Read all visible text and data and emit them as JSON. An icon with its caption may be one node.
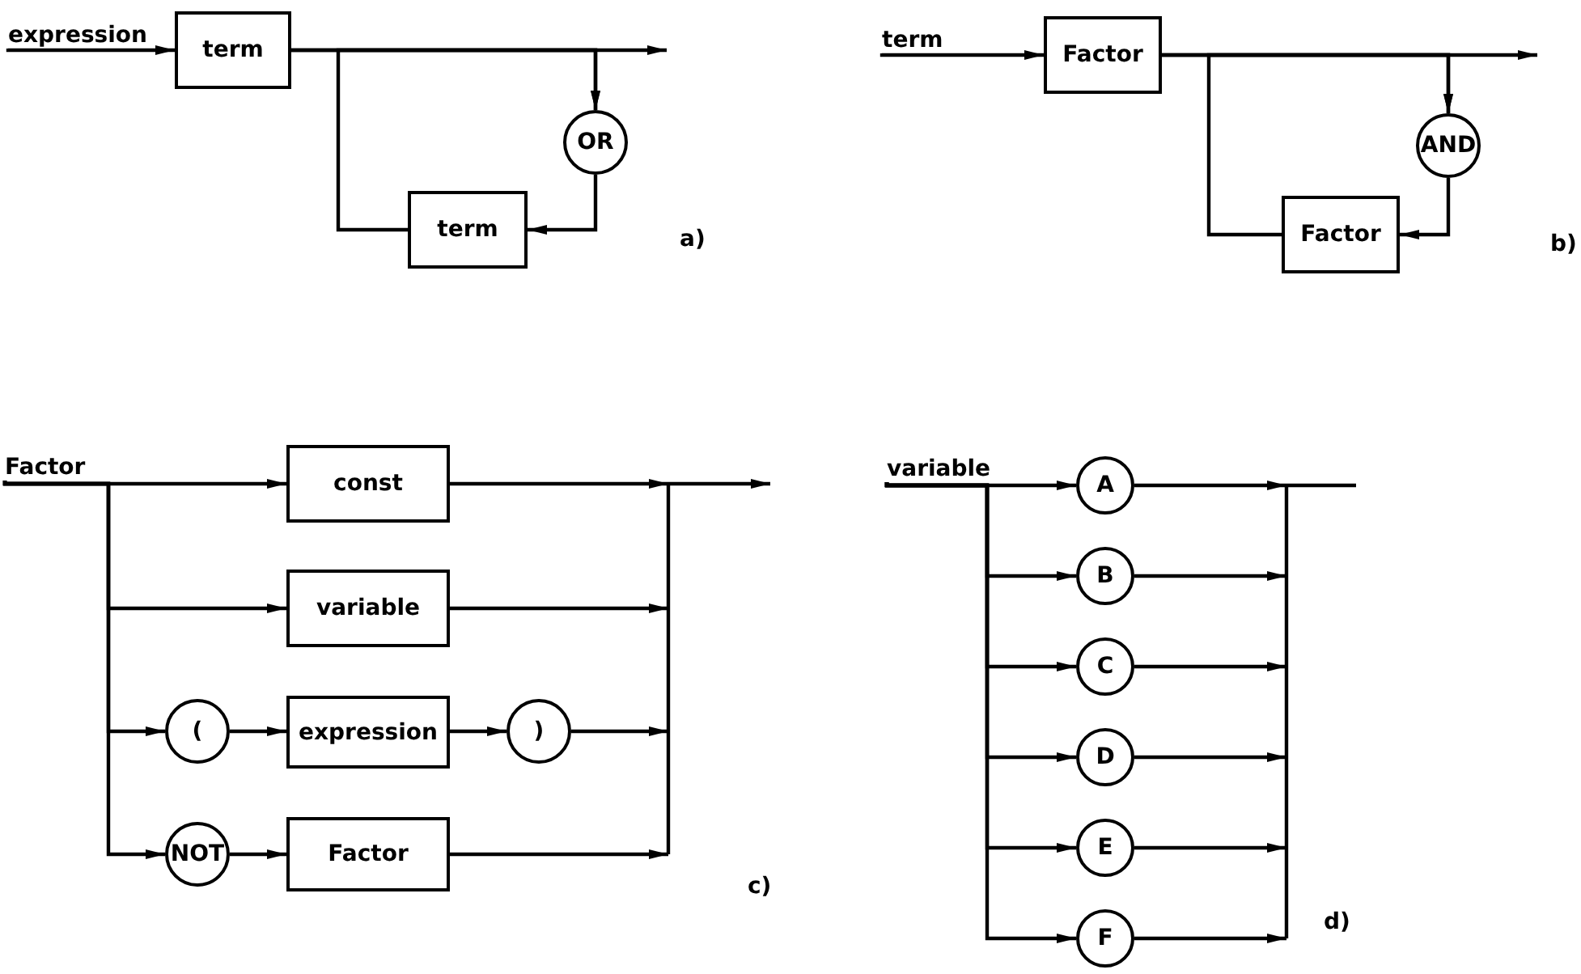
{
  "diagram": {
    "nodes": [
      {
        "text": [
          "expression"
        ]
      },
      {
        "text": [
          "term"
        ]
      },
      {
        "text": [
          "OR"
        ]
      },
      {
        "text": [
          "term"
        ]
      },
      {
        "text": [
          "term"
        ]
      },
      {
        "text": [
          "Factor"
        ]
      },
      {
        "text": [
          "AND"
        ]
      },
      {
        "text": [
          "Factor"
        ]
      },
      {
        "text": [
          "Factor"
        ]
      },
      {
        "text": [
          "const"
        ]
      },
      {
        "text": [
          "variable"
        ]
      },
      {
        "text": [
          "("
        ]
      },
      {
        "text": [
          "expression"
        ]
      },
      {
        "text": [
          ")"
        ]
      },
      {
        "text": [
          "NOT"
        ]
      },
      {
        "text": [
          "Factor"
        ]
      },
      {
        "text": [
          "variable"
        ]
      },
      {
        "text": [
          "A"
        ]
      },
      {
        "text": [
          "B"
        ]
      },
      {
        "text": [
          "C"
        ]
      },
      {
        "text": [
          "D"
        ]
      },
      {
        "text": [
          "E"
        ]
      },
      {
        "text": [
          "F"
        ]
      }
    ],
    "edges": [
      {
        "from": 0,
        "to": 1,
        "arrow": "to"
      },
      {
        "from": 1,
        "to": null,
        "arrow": "to"
      },
      {
        "from": 1,
        "to": 2,
        "arrow": "to"
      },
      {
        "from": 2,
        "to": 3,
        "arrow": "to"
      },
      {
        "from": 3,
        "to": 2,
        "arrow": "to"
      },
      {
        "from": 4,
        "to": 5,
        "arrow": "to"
      },
      {
        "from": 5,
        "to": null,
        "arrow": "to"
      },
      {
        "from": 5,
        "to": 6,
        "arrow": "to"
      },
      {
        "from": 6,
        "to": 7,
        "arrow": "to"
      },
      {
        "from": 7,
        "to": 6,
        "arrow": "to"
      },
      {
        "from": 8,
        "to": 9,
        "arrow": "to"
      },
      {
        "from": 8,
        "to": 10,
        "arrow": "to"
      },
      {
        "from": 8,
        "to": 11,
        "arrow": "to"
      },
      {
        "from": 8,
        "to": 14,
        "arrow": "to"
      },
      {
        "from": 11,
        "to": 12,
        "arrow": "to"
      },
      {
        "from": 12,
        "to": 13,
        "arrow": "to"
      },
      {
        "from": 14,
        "to": 15,
        "arrow": "to"
      },
      {
        "from": 9,
        "to": null,
        "arrow": "to"
      },
      {
        "from": 10,
        "to": null,
        "arrow": "to"
      },
      {
        "from": 13,
        "to": null,
        "arrow": "to"
      },
      {
        "from": 15,
        "to": null,
        "arrow": "to"
      },
      {
        "from": 16,
        "to": 17,
        "arrow": "to"
      },
      {
        "from": 16,
        "to": 18,
        "arrow": "to"
      },
      {
        "from": 16,
        "to": 19,
        "arrow": "to"
      },
      {
        "from": 16,
        "to": 20,
        "arrow": "to"
      },
      {
        "from": 16,
        "to": 21,
        "arrow": "to"
      },
      {
        "from": 16,
        "to": 22,
        "arrow": "to"
      },
      {
        "from": 17,
        "to": null,
        "arrow": "to"
      },
      {
        "from": 18,
        "to": null,
        "arrow": "to"
      },
      {
        "from": 19,
        "to": null,
        "arrow": "to"
      },
      {
        "from": 20,
        "to": null,
        "arrow": "to"
      },
      {
        "from": 21,
        "to": null,
        "arrow": "to"
      },
      {
        "from": 22,
        "to": null,
        "arrow": "to"
      }
    ],
    "labels": [
      "a)",
      "b)",
      "c)",
      "d)"
    ]
  }
}
